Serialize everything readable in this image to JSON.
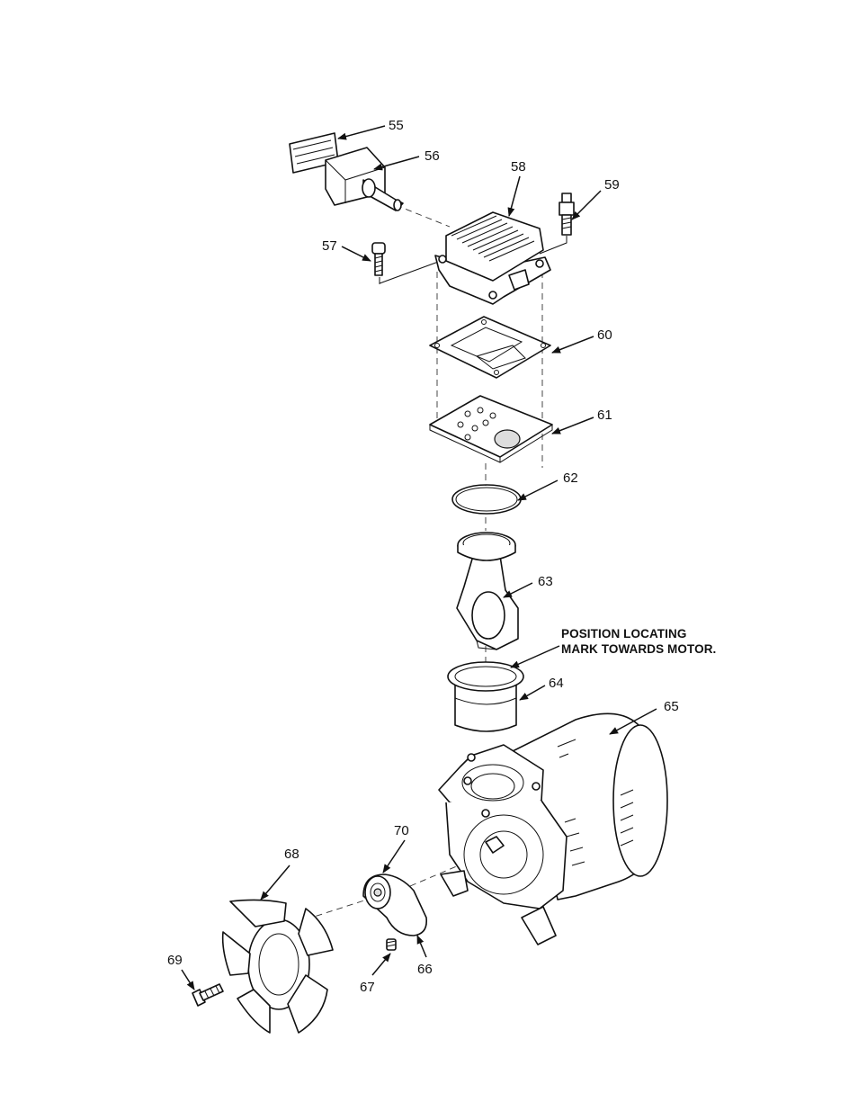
{
  "callouts": {
    "p55": "55",
    "p56": "56",
    "p57": "57",
    "p58": "58",
    "p59": "59",
    "p60": "60",
    "p61": "61",
    "p62": "62",
    "p63": "63",
    "p64": "64",
    "p65": "65",
    "p66": "66",
    "p67": "67",
    "p68": "68",
    "p69": "69",
    "p70": "70"
  },
  "note": {
    "line1": "POSITION LOCATING",
    "line2": "MARK TOWARDS MOTOR."
  }
}
